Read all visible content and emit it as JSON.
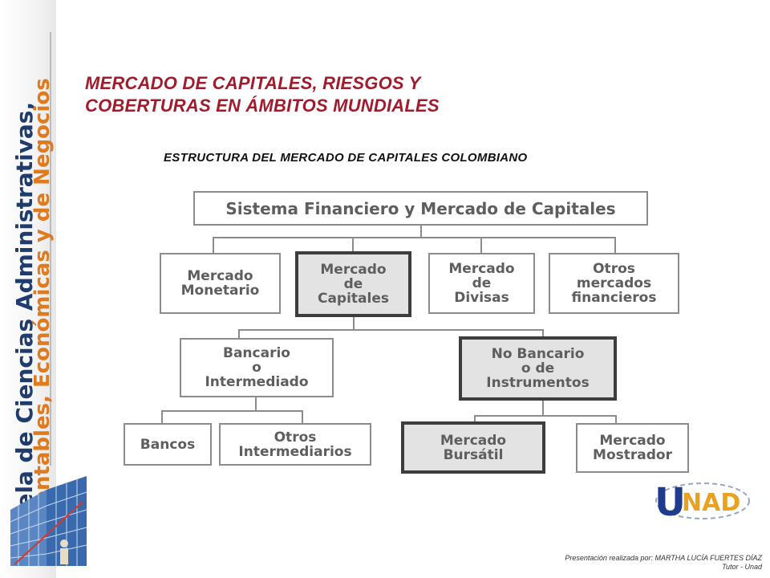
{
  "side_banner": {
    "line1": "Escuela de Ciencias Administrativas,",
    "line2": "Contables, Económicas y de Negocios"
  },
  "title": {
    "line1": "MERCADO DE CAPITALES, RIESGOS Y",
    "line2": "COBERTURAS EN ÁMBITOS MUNDIALES"
  },
  "subtitle": "ESTRUCTURA DEL MERCADO DE CAPITALES COLOMBIANO",
  "chart": {
    "root": "Sistema Financiero y Mercado de Capitales",
    "level1": [
      {
        "label": "Mercado\nMonetario",
        "highlight": false
      },
      {
        "label": "Mercado\nde\nCapitales",
        "highlight": true
      },
      {
        "label": "Mercado\nde\nDivisas",
        "highlight": false
      },
      {
        "label": "Otros\nmercados\nfinancieros",
        "highlight": false
      }
    ],
    "level2": [
      {
        "label": "Bancario\no\nIntermediado",
        "highlight": false
      },
      {
        "label": "No Bancario\no de\nInstrumentos",
        "highlight": true
      }
    ],
    "level3_bancario": [
      {
        "label": "Bancos",
        "highlight": false
      },
      {
        "label": "Otros\nIntermediarios",
        "highlight": false
      }
    ],
    "level3_no_bancario": [
      {
        "label": "Mercado\nBursátil",
        "highlight": true
      },
      {
        "label": "Mercado\nMostrador",
        "highlight": false
      }
    ]
  },
  "logo": {
    "text": "UNAD",
    "colors": {
      "u": "#1f3c8c",
      "nad": "#e8a21f"
    }
  },
  "credit": {
    "line1": "Presentación realizada por: MARTHA LUCÍA FUERTES DÍAZ",
    "line2": "Tutor - Unad"
  },
  "colors": {
    "title": "#a01c2c",
    "side_blue": "#1f3c6e",
    "side_orange": "#e07a1f"
  }
}
